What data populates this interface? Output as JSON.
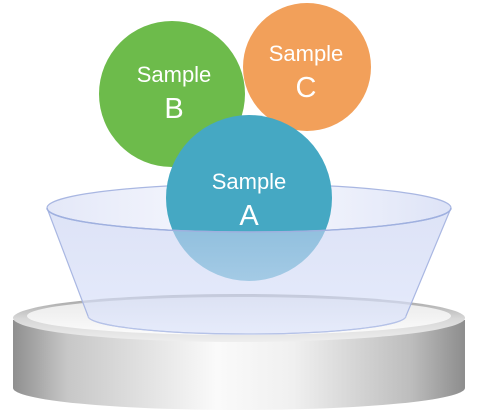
{
  "colors": {
    "background": "#ffffff",
    "sample_b": "#6dbb4b",
    "sample_c": "#f2a05a",
    "sample_a": "#45a8c3",
    "bowl_fill": "#c9d3ef",
    "bowl_stroke": "#9fb0df",
    "platform_light": "#f4f4f4",
    "platform_dark": "#9a9a9a",
    "label_text": "#ffffff"
  },
  "samples": [
    {
      "id": "b",
      "line1": "Sample",
      "line2": "B",
      "color": "#6dbb4b"
    },
    {
      "id": "c",
      "line1": "Sample",
      "line2": "C",
      "color": "#f2a05a"
    },
    {
      "id": "a",
      "line1": "Sample",
      "line2": "A",
      "color": "#45a8c3"
    }
  ]
}
